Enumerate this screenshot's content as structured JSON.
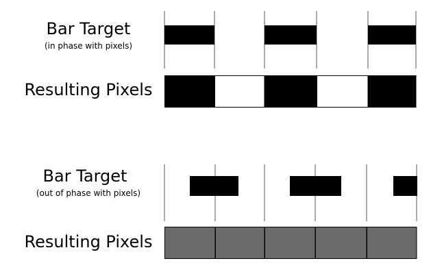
{
  "panels": [
    {
      "id": "in-phase",
      "bar_target_label": "Bar Target",
      "bar_target_sublabel": "(in phase with pixels)",
      "resulting_label": "Resulting Pixels",
      "bar_phase": "in phase with pixels",
      "pixel_values": [
        "black",
        "white",
        "black",
        "white",
        "black"
      ]
    },
    {
      "id": "out-of-phase",
      "bar_target_label": "Bar Target",
      "bar_target_sublabel": "(out of phase with pixels)",
      "resulting_label": "Resulting Pixels",
      "bar_phase": "out of phase with pixels",
      "pixel_values": [
        "gray",
        "gray",
        "gray",
        "gray",
        "gray"
      ]
    }
  ],
  "colors": {
    "black": "#000000",
    "white": "#ffffff",
    "gray": "#6b6b6b",
    "grid_line": "#555555"
  }
}
